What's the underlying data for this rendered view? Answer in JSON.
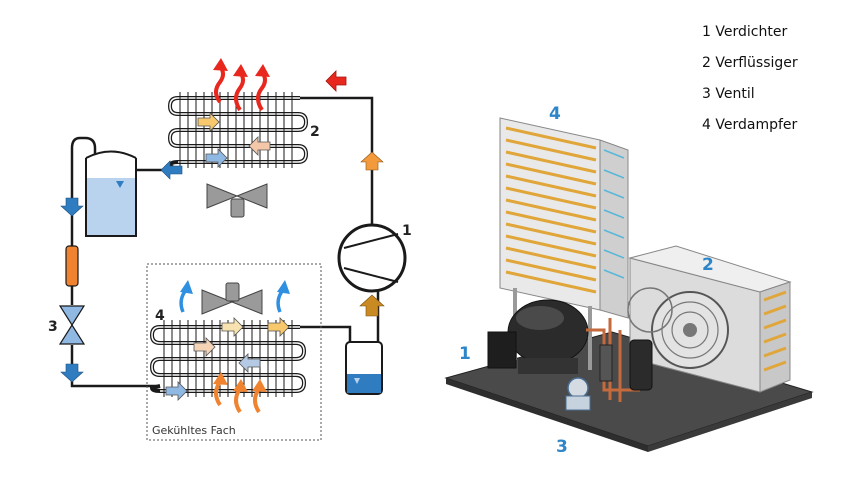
{
  "legend": [
    {
      "number": "1",
      "label": "Verdichter"
    },
    {
      "number": "2",
      "label": "Verflüssiger"
    },
    {
      "number": "3",
      "label": "Ventil"
    },
    {
      "number": "4",
      "label": "Verdampfer"
    }
  ],
  "schematic": {
    "compressor_number": "1",
    "condenser_number": "2",
    "valve_number": "3",
    "evaporator_number": "4",
    "cooled_compartment_label": "Gekühltes Fach"
  },
  "illustration": {
    "evaporator_number": "4",
    "condenser_number": "2",
    "compressor_number": "1",
    "valve_number": "3"
  },
  "colors": {
    "hot_flow": "#e8281e",
    "warm_arrow": "#f39b3c",
    "cold_flow": "#2f7dc0",
    "pipe": "#1a1a1a",
    "label_blue": "#2e86c9"
  }
}
